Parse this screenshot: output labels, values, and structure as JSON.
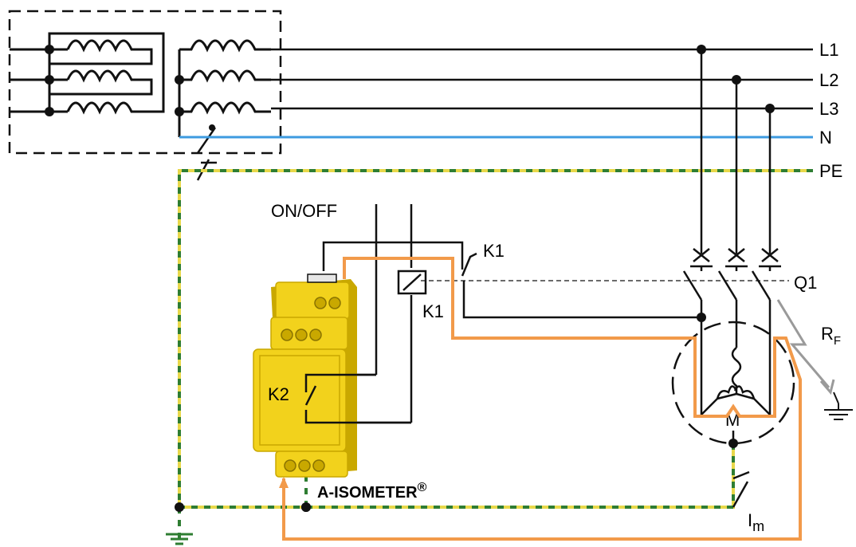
{
  "labels": {
    "l1": "L1",
    "l2": "L2",
    "l3": "L3",
    "n": "N",
    "pe": "PE",
    "on_off": "ON/OFF",
    "k1_contact": "K1",
    "k1_coil": "K1",
    "q1": "Q1",
    "rf_main": "R",
    "rf_sub": "F",
    "k2": "K2",
    "motor": "M",
    "im_main": "I",
    "im_sub": "m",
    "device_name": "A-ISOMETER",
    "device_mark": "®"
  },
  "colors": {
    "line": "#111111",
    "neutral": "#3d9be0",
    "pe_green": "#2e7d32",
    "pe_yellow": "#e8d84a",
    "signal": "#f29a4a",
    "device_body": "#f2d21c",
    "device_shadow": "#c9a800",
    "fault": "#9a9a9a"
  }
}
